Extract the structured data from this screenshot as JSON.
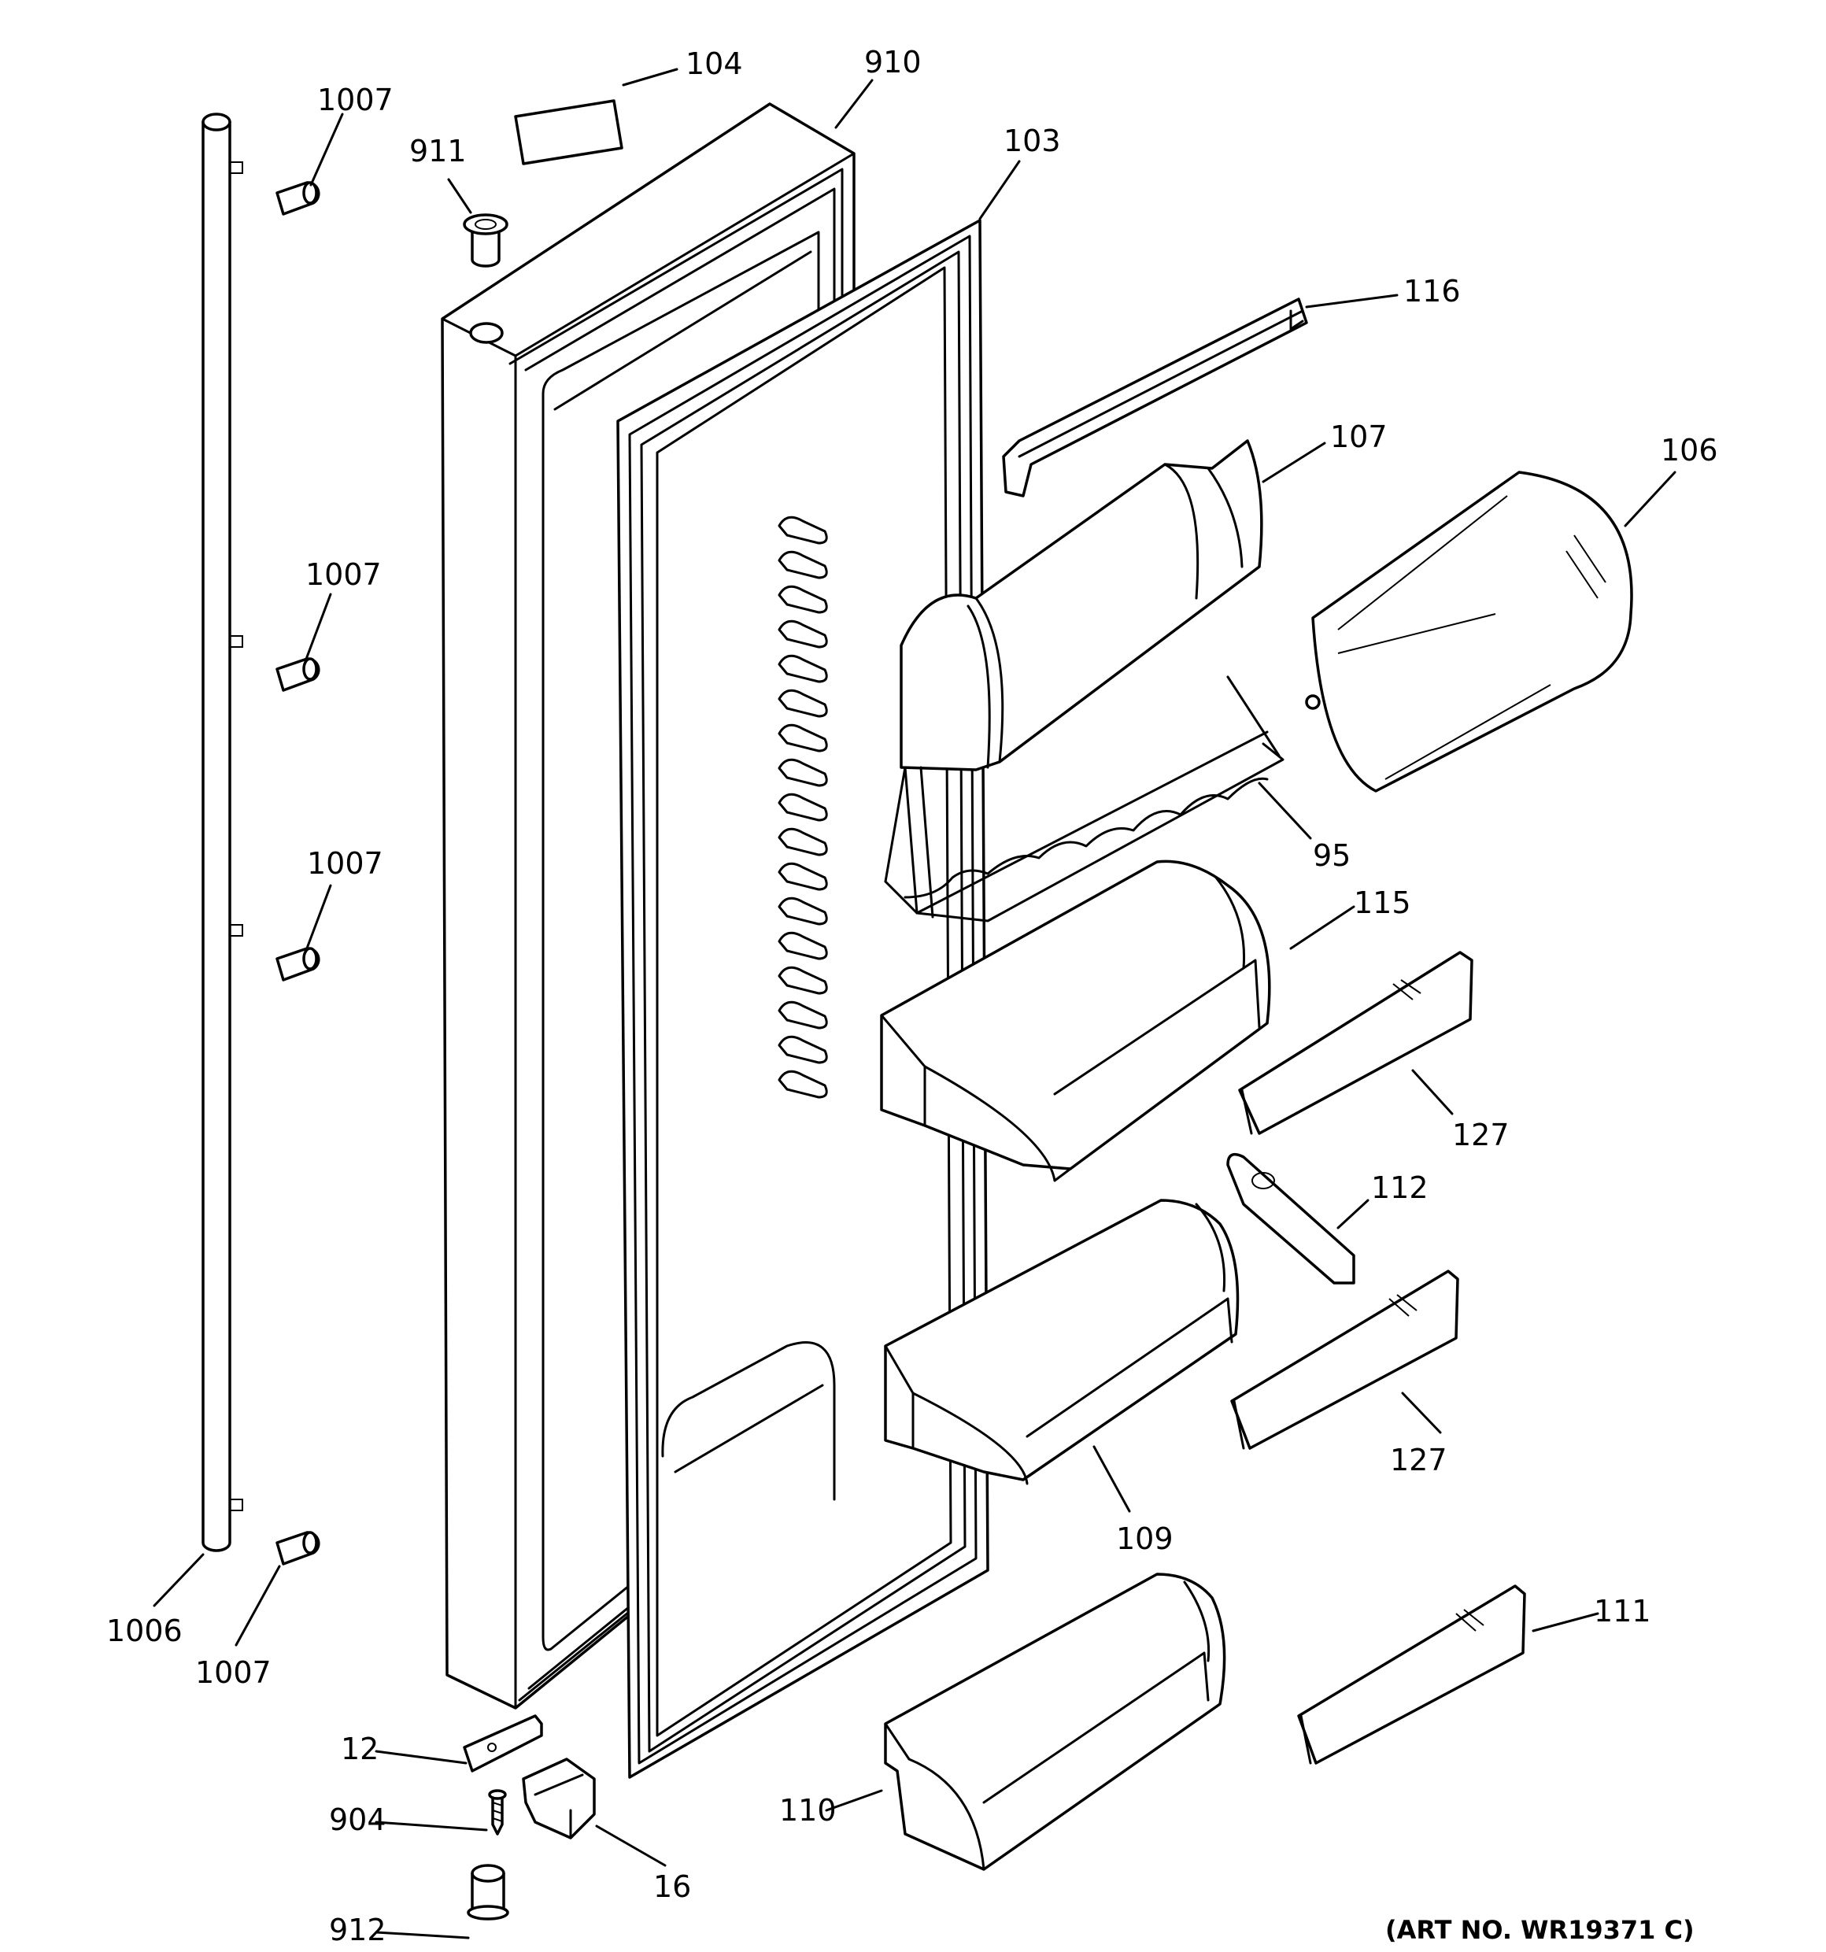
{
  "callouts": {
    "c104": "104",
    "c910": "910",
    "c1007a": "1007",
    "c911": "911",
    "c103": "103",
    "c116": "116",
    "c107": "107",
    "c106": "106",
    "c1007b": "1007",
    "c95": "95",
    "c1007c": "1007",
    "c115": "115",
    "c127a": "127",
    "c112": "112",
    "c127b": "127",
    "c109": "109",
    "c1006": "1006",
    "c1007d": "1007",
    "c111": "111",
    "c12": "12",
    "c904": "904",
    "c16": "16",
    "c110": "110",
    "c912": "912"
  },
  "art_number": "(ART NO. WR19371 C)"
}
